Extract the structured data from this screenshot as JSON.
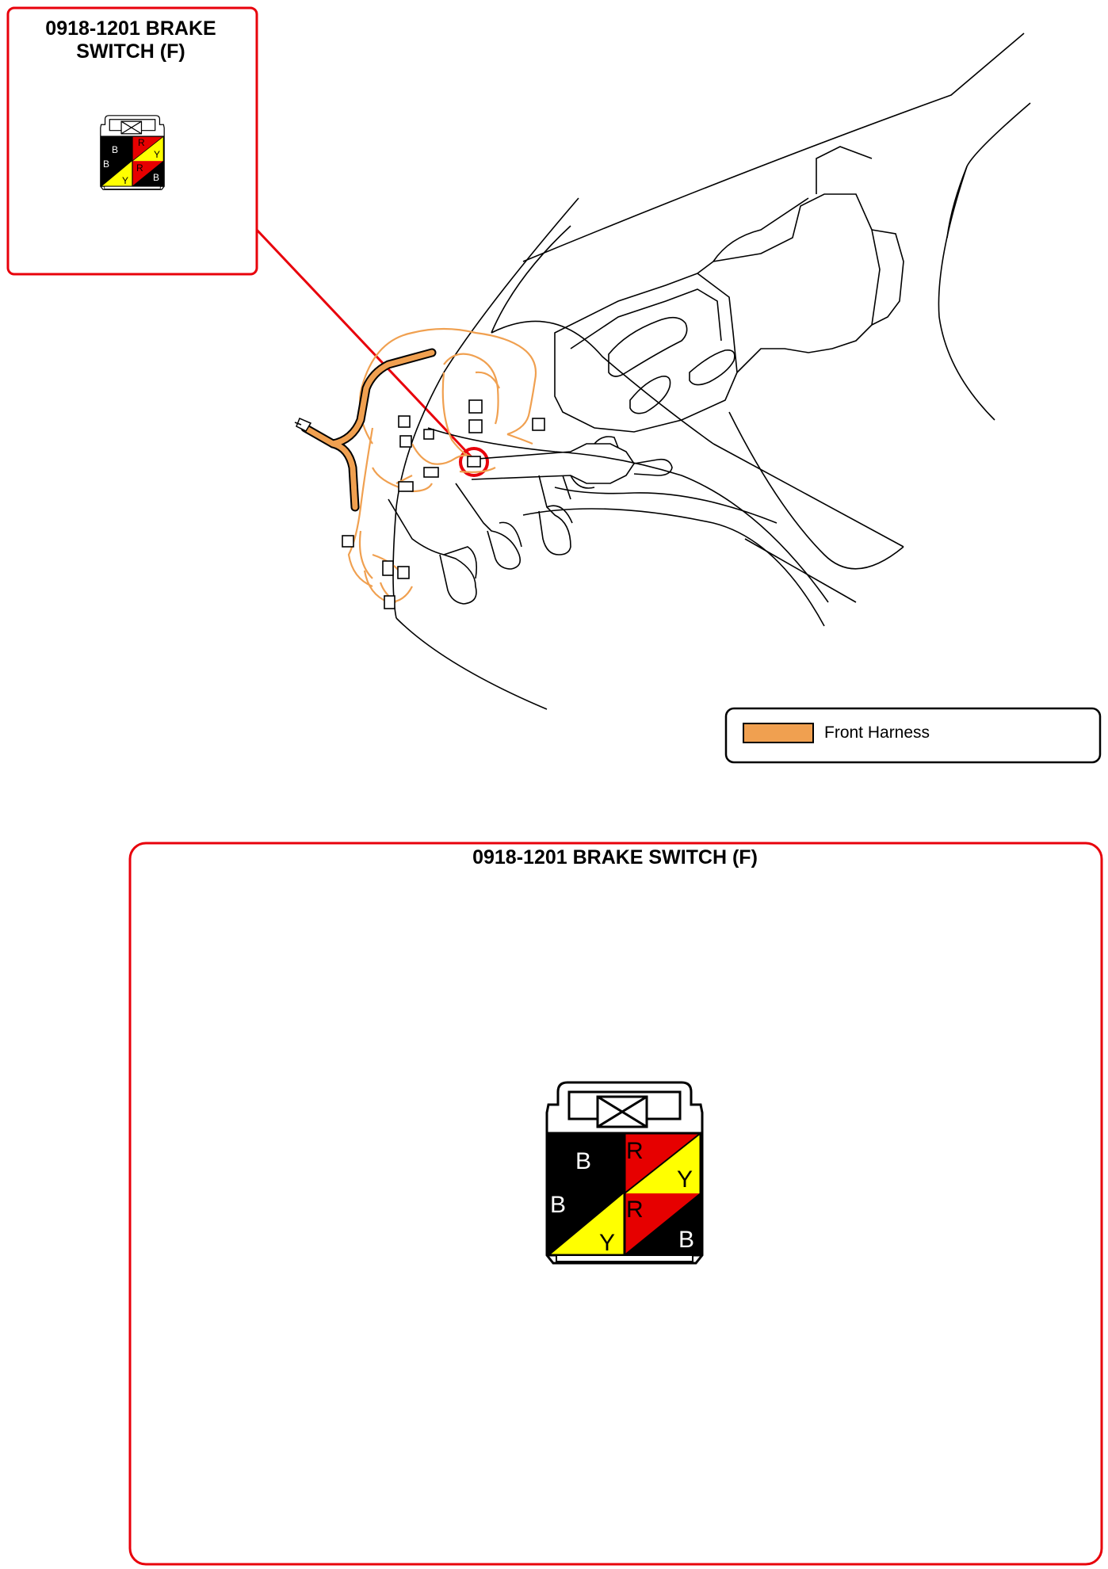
{
  "inset": {
    "title": "0918-1201 BRAKE SWITCH (F)"
  },
  "legend": {
    "label": "Front Harness",
    "swatch_color": "#f0a050"
  },
  "detail": {
    "title": "0918-1201 BRAKE SWITCH (F)"
  },
  "connector": {
    "pins": [
      {
        "code": "B",
        "color": "#000000"
      },
      {
        "code": "R",
        "color": "#e60000"
      },
      {
        "code": "Y",
        "color": "#ffff00"
      },
      {
        "code": "B",
        "color": "#000000"
      },
      {
        "code": "Y",
        "color": "#ffff00"
      },
      {
        "code": "R",
        "color": "#e60000"
      },
      {
        "code": "B",
        "color": "#000000"
      }
    ]
  },
  "colors": {
    "callout_red": "#e8000b",
    "harness_orange": "#f0a050",
    "line_black": "#000000"
  }
}
